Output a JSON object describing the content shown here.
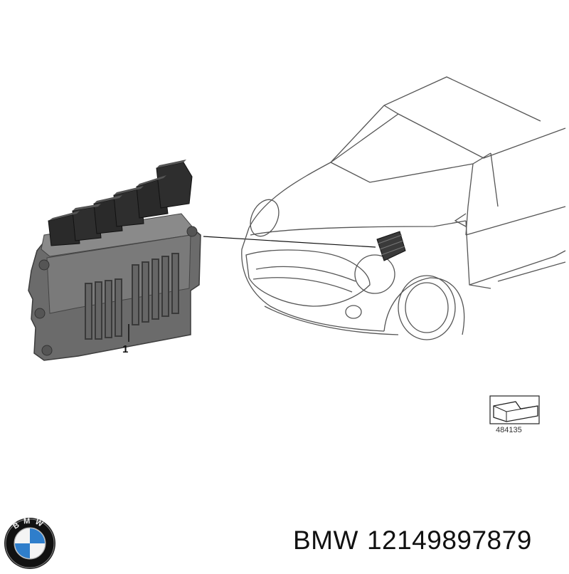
{
  "diagram": {
    "callout_number": "1",
    "reference_number": "484135"
  },
  "logo": {
    "text": "BMW"
  },
  "part": {
    "brand": "BMW",
    "number": "12149897879"
  }
}
